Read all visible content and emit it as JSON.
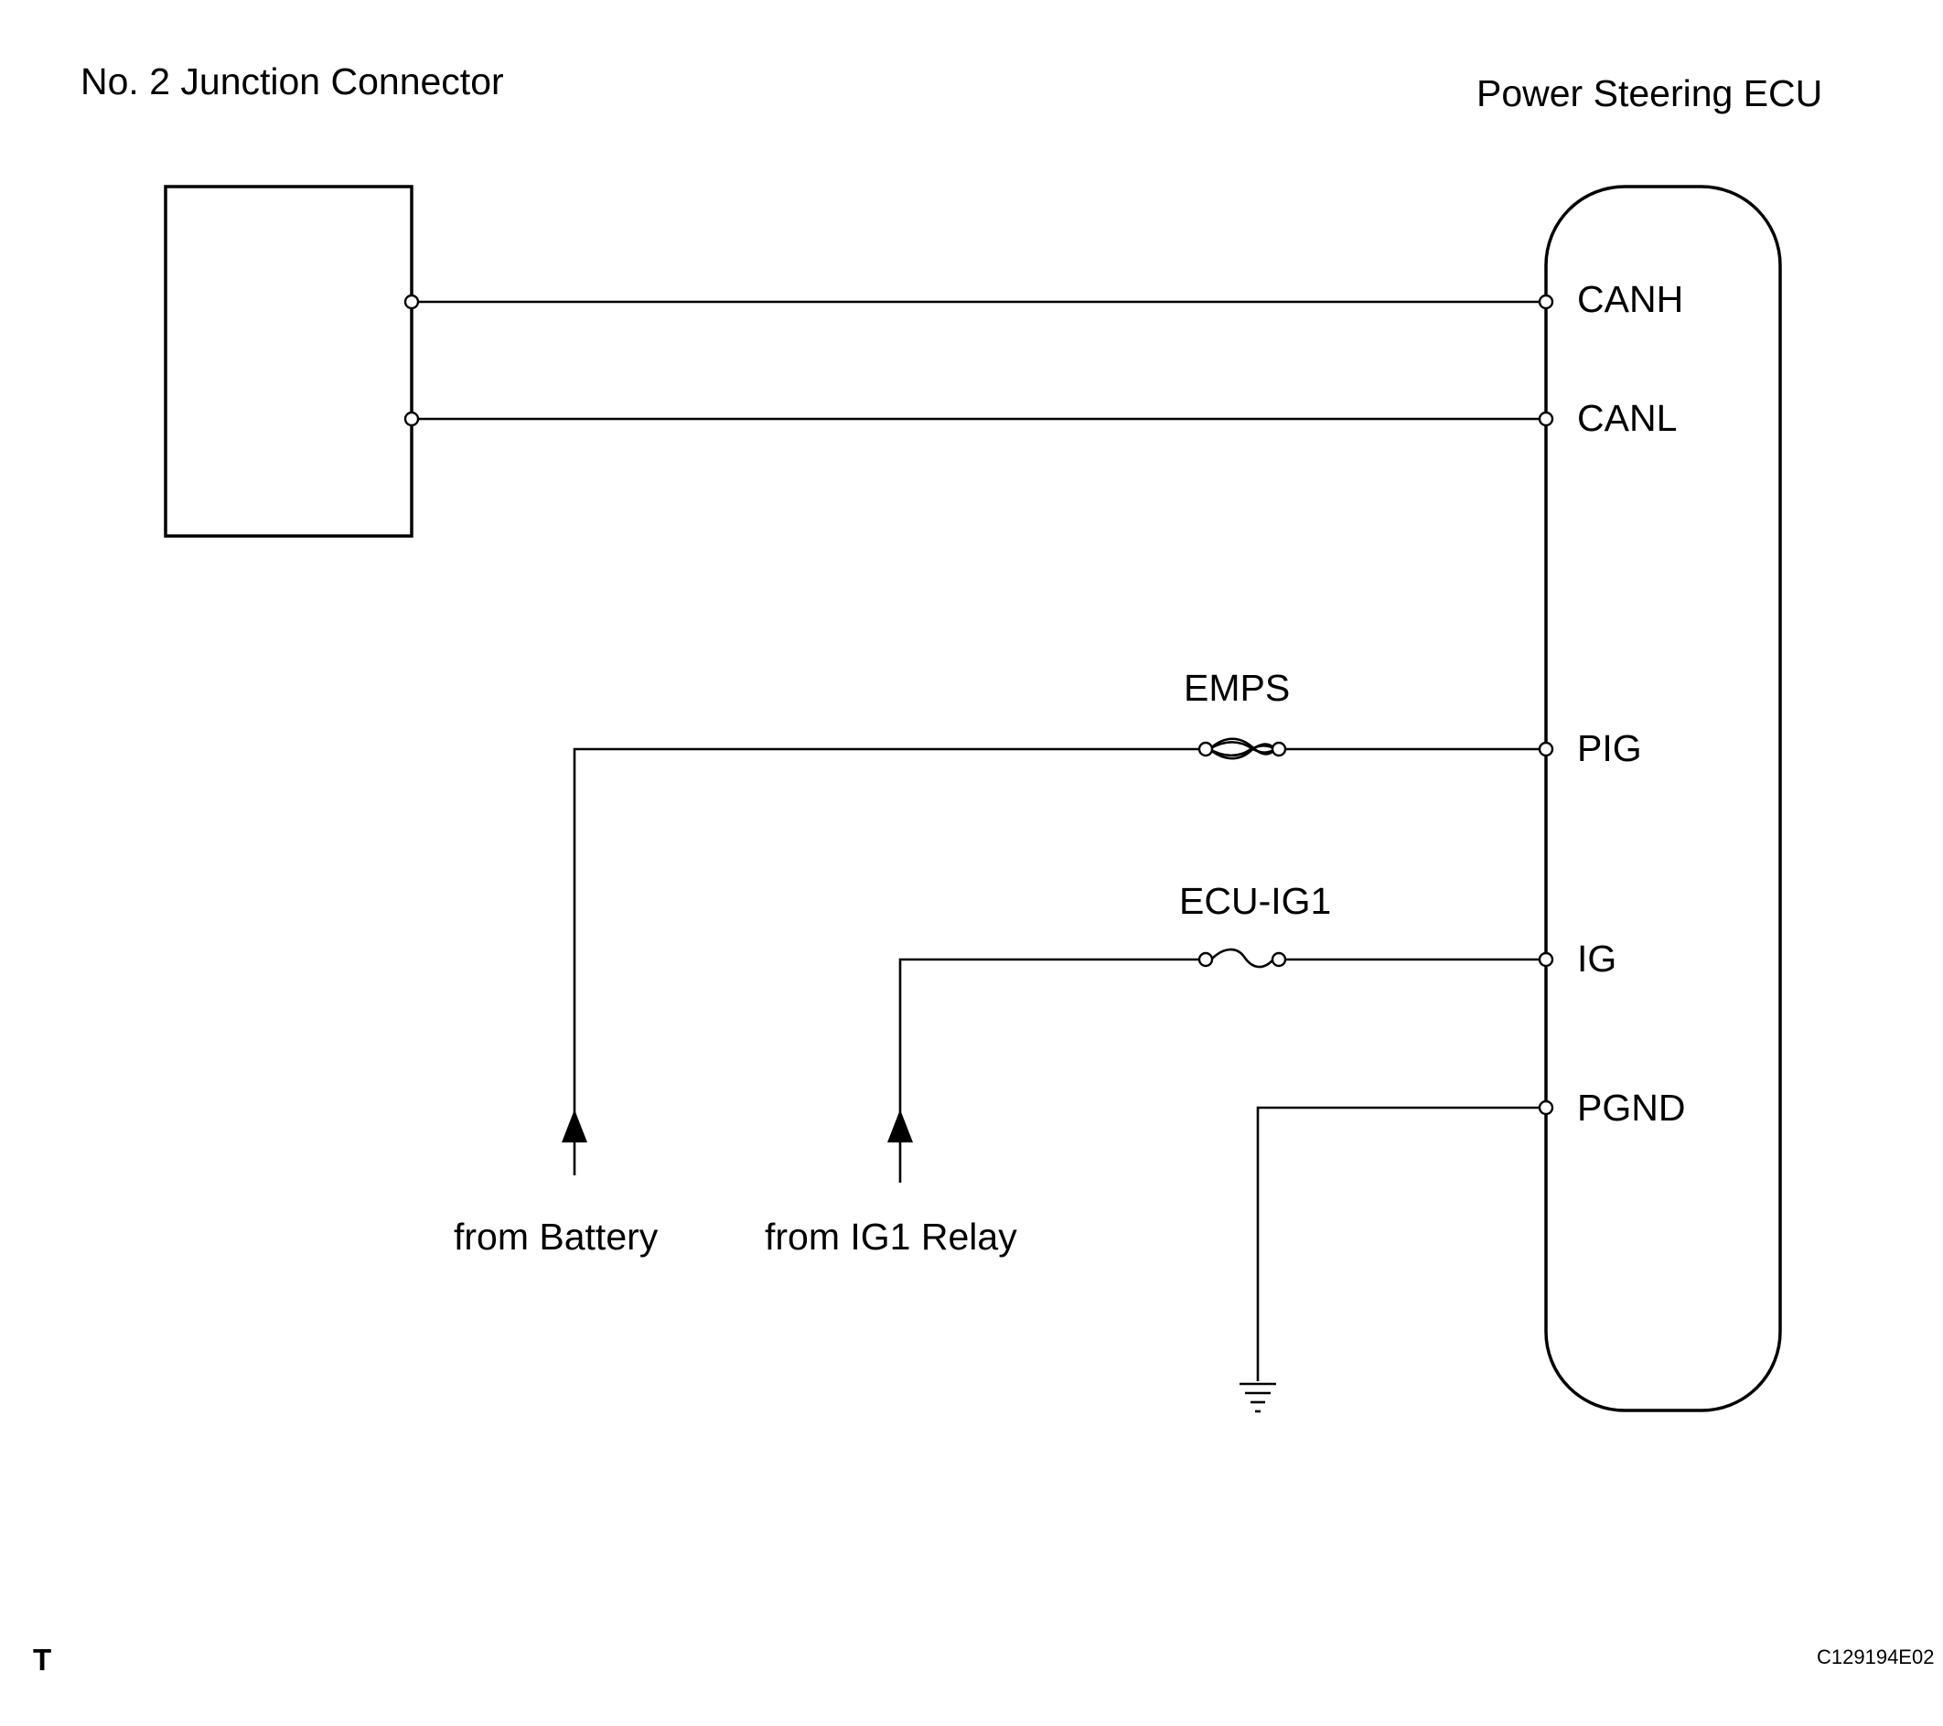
{
  "components": {
    "junction_connector": {
      "label": "No. 2 Junction Connector"
    },
    "ecu": {
      "label": "Power Steering ECU"
    }
  },
  "pins": {
    "canh": "CANH",
    "canl": "CANL",
    "pig": "PIG",
    "ig": "IG",
    "pgnd": "PGND"
  },
  "fuses": {
    "emps": "EMPS",
    "ecu_ig1": "ECU-IG1"
  },
  "sources": {
    "battery": "from Battery",
    "ig1_relay": "from IG1 Relay"
  },
  "footer": {
    "page_marker": "T",
    "figure_code": "C129194E02"
  },
  "icons": [
    "ground-icon",
    "fuse-icon",
    "arrow-up-icon",
    "connector-terminal-icon"
  ]
}
